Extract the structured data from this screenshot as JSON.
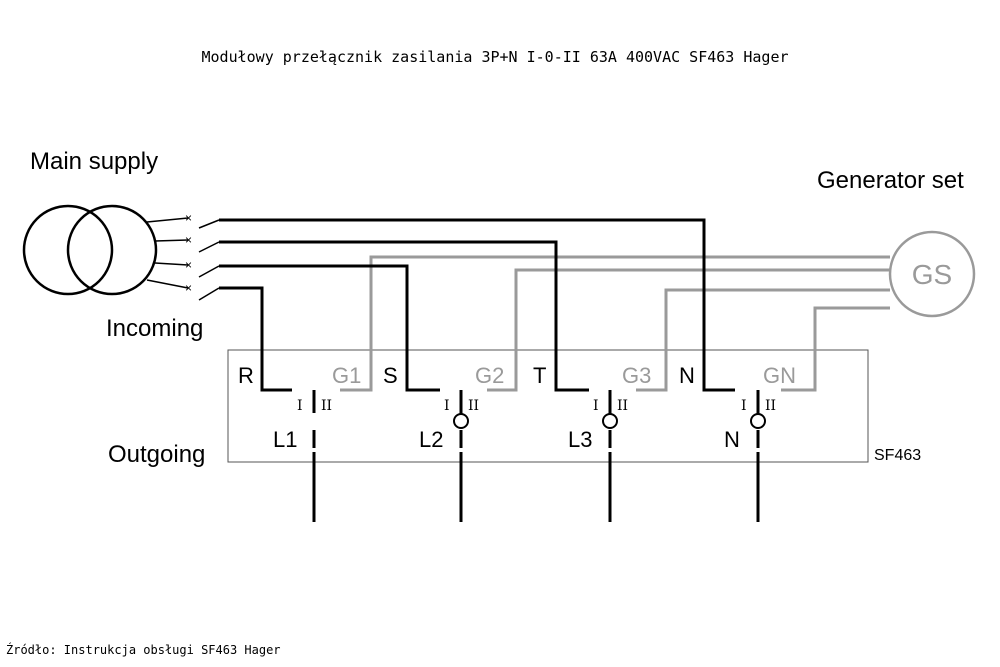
{
  "title": "Modułowy przełącznik zasilania 3P+N I-0-II 63A 400VAC SF463 Hager",
  "source": "Źródło: Instrukcja obsługi SF463 Hager",
  "labels": {
    "main_supply": "Main supply",
    "generator_set": "Generator set",
    "incoming": "Incoming",
    "outgoing": "Outgoing",
    "model": "SF463",
    "generator": "GS"
  },
  "poles": [
    {
      "in": "R",
      "gen": "G1",
      "out": "L1",
      "pos1": "I",
      "pos2": "II"
    },
    {
      "in": "S",
      "gen": "G2",
      "out": "L2",
      "pos1": "I",
      "pos2": "II"
    },
    {
      "in": "T",
      "gen": "G3",
      "out": "L3",
      "pos1": "I",
      "pos2": "II"
    },
    {
      "in": "N",
      "gen": "GN",
      "out": "N",
      "pos1": "I",
      "pos2": "II"
    }
  ],
  "colors": {
    "mains_wire": "#000000",
    "generator_wire": "#9a9a9a",
    "box": "#555555"
  }
}
